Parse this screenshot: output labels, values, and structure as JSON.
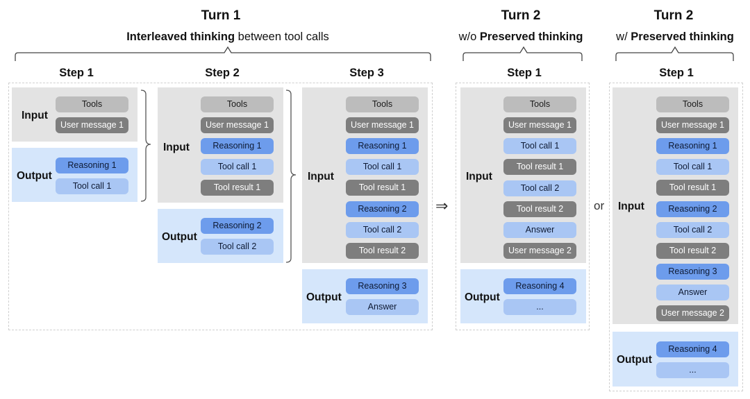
{
  "header": {
    "turn1_title": "Turn 1",
    "turn1_sub_bold": "Interleaved thinking",
    "turn1_sub_rest": " between tool calls",
    "turn2a_title": "Turn 2",
    "turn2a_sub_pre": "w/o ",
    "turn2a_sub_bold": "Preserved thinking",
    "turn2b_title": "Turn 2",
    "turn2b_sub_pre": "w/ ",
    "turn2b_sub_bold": "Preserved thinking"
  },
  "labels": {
    "input": "Input",
    "output": "Output"
  },
  "symbols": {
    "arrow": "⇒",
    "or": "or"
  },
  "colors": {
    "input_bg": "#e3e3e3",
    "output_bg": "#d5e6fb",
    "tools_pill": "#bcbcbc",
    "message_pill": "#7e7e7e",
    "reasoning_pill": "#6d9cec",
    "toolcall_pill": "#a9c6f4"
  },
  "turn1": {
    "step1": {
      "title": "Step 1",
      "input": [
        "Tools",
        "User message 1"
      ],
      "output": [
        "Reasoning 1",
        "Tool call 1"
      ]
    },
    "step2": {
      "title": "Step 2",
      "input": [
        "Tools",
        "User message 1",
        "Reasoning 1",
        "Tool call 1",
        "Tool result 1"
      ],
      "output": [
        "Reasoning 2",
        "Tool call 2"
      ]
    },
    "step3": {
      "title": "Step 3",
      "input": [
        "Tools",
        "User message 1",
        "Reasoning 1",
        "Tool call 1",
        "Tool result 1",
        "Reasoning 2",
        "Tool call 2",
        "Tool result 2"
      ],
      "output": [
        "Reasoning 3",
        "Answer"
      ]
    }
  },
  "turn2_without": {
    "step1": {
      "title": "Step 1",
      "input": [
        "Tools",
        "User message 1",
        "Tool call 1",
        "Tool result 1",
        "Tool call 2",
        "Tool result 2",
        "Answer",
        "User message 2"
      ],
      "output": [
        "Reasoning 4",
        "..."
      ]
    }
  },
  "turn2_with": {
    "step1": {
      "title": "Step 1",
      "input": [
        "Tools",
        "User message 1",
        "Reasoning 1",
        "Tool call 1",
        "Tool result 1",
        "Reasoning 2",
        "Tool call 2",
        "Tool result 2",
        "Reasoning 3",
        "Answer",
        "User message 2"
      ],
      "output": [
        "Reasoning 4",
        "..."
      ]
    }
  }
}
